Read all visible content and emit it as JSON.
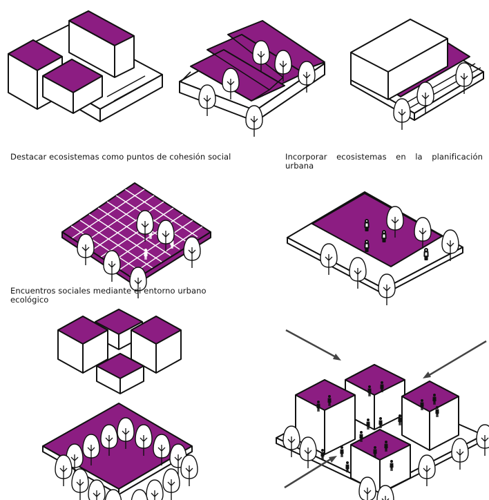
{
  "colors": {
    "accent": "#8c1d82",
    "line": "#111111",
    "background": "#ffffff"
  },
  "captions": {
    "destacar": "Destacar ecosistemas como puntos de cohesión social",
    "incorporar": "Incorporar ecosistemas en la planificación urbana",
    "encuentros": "Encuentros sociales mediante el entorno urbano ecológico"
  },
  "diagrams": [
    "buildings-block",
    "terraced-steps",
    "building-with-green-strip",
    "checkered-plaza",
    "green-corridor",
    "floating-cubes",
    "tree-lined-square",
    "cubes-with-people"
  ]
}
